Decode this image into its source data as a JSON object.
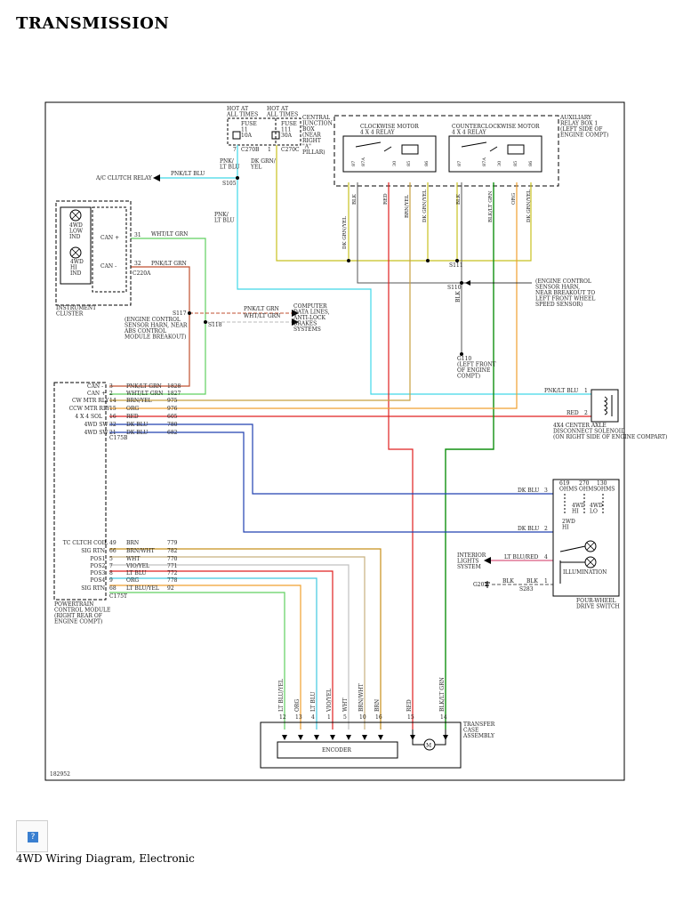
{
  "page_title": "TRANSMISSION",
  "caption": "4WD Wiring Diagram, Electronic",
  "image_id_label": "182952",
  "colors": {
    "pnk_lt_blu": "#40d8e8",
    "wht_lt_grn": "#60d060",
    "pnk_lt_grn": "#c05030",
    "brn_yel": "#c8a040",
    "org": "#f0a030",
    "red": "#e02020",
    "dk_blu": "#2040b0",
    "blk_lt_grn": "#109010",
    "dk_grn_yel": "#c8c020",
    "blk": "#555555",
    "lt_blu": "#40c8e0",
    "lt_blu_yel": "#c0e040",
    "brn": "#c8901a",
    "brn_wht": "#c8b080",
    "wht": "#c0c0c0",
    "vio_yel": "#c060c0",
    "lt_blu_red": "#d03060"
  },
  "fuses": {
    "hot1": "HOT AT\nALL TIMES",
    "hot2": "HOT AT\nALL TIMES",
    "fuse11": "FUSE\n11\n10A",
    "fuse111": "FUSE\n111\n30A",
    "cjb": "CENTRAL\nJUNCTION\nBOX\n(NEAR\nRIGHT\n\"A\"\nPILLAR)",
    "c270b": "C270B",
    "c270c": "C270C",
    "pin7": "7",
    "pin1": "1"
  },
  "relay_box": {
    "label": "AUXILIARY\nRELAY BOX 1\n(LEFT SIDE OF\nENGINE COMPT)",
    "cw": "CLOCKWISE MOTOR\n4 X 4 RELAY",
    "ccw": "COUNTERCLOCKWISE MOTOR\n4 X 4 RELAY",
    "pins": [
      "87",
      "87A",
      "30",
      "85",
      "86"
    ]
  },
  "wire_labels": {
    "pnk_lt_blu_a": "PNK/\nLT BLU",
    "dk_grn_yel_a": "DK GRN/\nYEL",
    "pnk_lt_blu_b": "PNK/\nLT BLU",
    "ac_clutch": "A/C CLUTCH RELAY",
    "pnk_lt_blu_c": "PNK/LT BLU",
    "s105": "S105",
    "vertical": [
      "DK GRN/YEL",
      "BLK",
      "RED",
      "BRN/YEL",
      "DK GRN/YEL",
      "BLK",
      "BLK/LT GRN",
      "ORG",
      "DK GRN/YEL"
    ],
    "s111": "S111",
    "s110": "S110",
    "blk": "BLK",
    "engine_sensor": "(ENGINE CONTROL\nSENSOR HARN,\nNEAR BREAKOUT TO\nLEFT FRONT WHEEL\nSPEED SENSOR)",
    "g110": "G110\n(LEFT FRONT\nOF ENGINE\nCOMPT)"
  },
  "instrument_cluster": {
    "label": "INSTRUMENT\nCLUSTER",
    "ind_low": "4WD\nLOW\nIND",
    "ind_hi": "4WD\nHI\nIND",
    "can_plus": "CAN +",
    "can_minus": "CAN -",
    "pin31": "31",
    "pin32": "32",
    "c220a": "C220A",
    "w1": "WHT/LT GRN",
    "w2": "PNK/LT GRN"
  },
  "splices": {
    "s117": "S117",
    "s118": "S118",
    "s117_note": "(ENGINE CONTROL\nSENSOR HARN, NEAR\nABS CONTROL\nMODULE BREAKOUT)",
    "pnk": "PNK/LT GRN",
    "wht": "WHT/LT GRN",
    "computer": "COMPUTER\nDATA LINES,\nANTI-LOCK\nBRAKES\nSYSTEMS"
  },
  "pcm": {
    "label": "POWERTRAIN\nCONTROL MODULE\n(RIGHT REAR OF\nENGINE COMPT)",
    "rows": [
      {
        "name": "CAN -",
        "pin": "3",
        "wire": "PNK/LT GRN",
        "circuit": "1828"
      },
      {
        "name": "CAN +",
        "pin": "2",
        "wire": "WHT/LT GRN",
        "circuit": "1827"
      },
      {
        "name": "CW MTR RLY",
        "pin": "14",
        "wire": "BRN/YEL",
        "circuit": "975"
      },
      {
        "name": "CCW MTR RLY",
        "pin": "15",
        "wire": "ORG",
        "circuit": "976"
      },
      {
        "name": "4 X 4 SOL",
        "pin": "16",
        "wire": "RED",
        "circuit": "605"
      },
      {
        "name": "4WD SW",
        "pin": "32",
        "wire": "DK BLU",
        "circuit": "780"
      },
      {
        "name": "4WD SW",
        "pin": "21",
        "wire": "DK BLU",
        "circuit": "682"
      }
    ],
    "c175b": "C175B",
    "rows2": [
      {
        "name": "TC CLTCH COIL",
        "pin": "49",
        "wire": "BRN",
        "circuit": "779"
      },
      {
        "name": "SIG RTN",
        "pin": "66",
        "wire": "BRN/WHT",
        "circuit": "782"
      },
      {
        "name": "POS1",
        "pin": "5",
        "wire": "WHT",
        "circuit": "770"
      },
      {
        "name": "POS2",
        "pin": "7",
        "wire": "VIO/YEL",
        "circuit": "771"
      },
      {
        "name": "POS3",
        "pin": "8",
        "wire": "LT BLU",
        "circuit": "772"
      },
      {
        "name": "POS4",
        "pin": "9",
        "wire": "ORG",
        "circuit": "778"
      },
      {
        "name": "SIG RTN",
        "pin": "68",
        "wire": "LT BLU/YEL",
        "circuit": "92"
      }
    ],
    "c175t": "C175T"
  },
  "solenoid": {
    "wire1": "PNK/LT BLU",
    "wire2": "RED",
    "pin1": "1",
    "pin2": "2",
    "label": "4X4 CENTER AXLE\nDISCONNECT SOLENOID\n(ON RIGHT SIDE OF ENGINE COMPART)"
  },
  "switch": {
    "label": "FOUR-WHEEL\nDRIVE SWITCH",
    "ohms": "619\nOHMS",
    "ohms2": "270\nOHMS",
    "ohms3": "130\nOHMS",
    "pos_hi": "4WD\nHI",
    "pos_lo": "4WD\nLO",
    "pos_2wd": "2WD\nHI",
    "illumination": "ILLUMINATION",
    "w3": "DK BLU",
    "w2": "DK BLU",
    "w4": "LT BLU/RED",
    "w1": "BLK",
    "pin3": "3",
    "pin2": "2",
    "pin4": "4",
    "pin1": "1",
    "interior": "INTERIOR\nLIGHTS\nSYSTEM",
    "g202": "G202",
    "s283": "S283",
    "blk2": "BLK"
  },
  "transfer_case": {
    "label": "TRANSFER\nCASE\nASSEMBLY",
    "encoder": "ENCODER",
    "motor": "M",
    "wires": [
      {
        "name": "LT BLU/YEL",
        "pin": "12"
      },
      {
        "name": "ORG",
        "pin": "13"
      },
      {
        "name": "LT BLU",
        "pin": "4"
      },
      {
        "name": "VIO/YEL",
        "pin": "1"
      },
      {
        "name": "WHT",
        "pin": "5"
      },
      {
        "name": "BRN/WHT",
        "pin": "10"
      },
      {
        "name": "BRN",
        "pin": "16"
      },
      {
        "name": "RED",
        "pin": "15"
      },
      {
        "name": "BLK/LT GRN",
        "pin": "14"
      }
    ]
  }
}
